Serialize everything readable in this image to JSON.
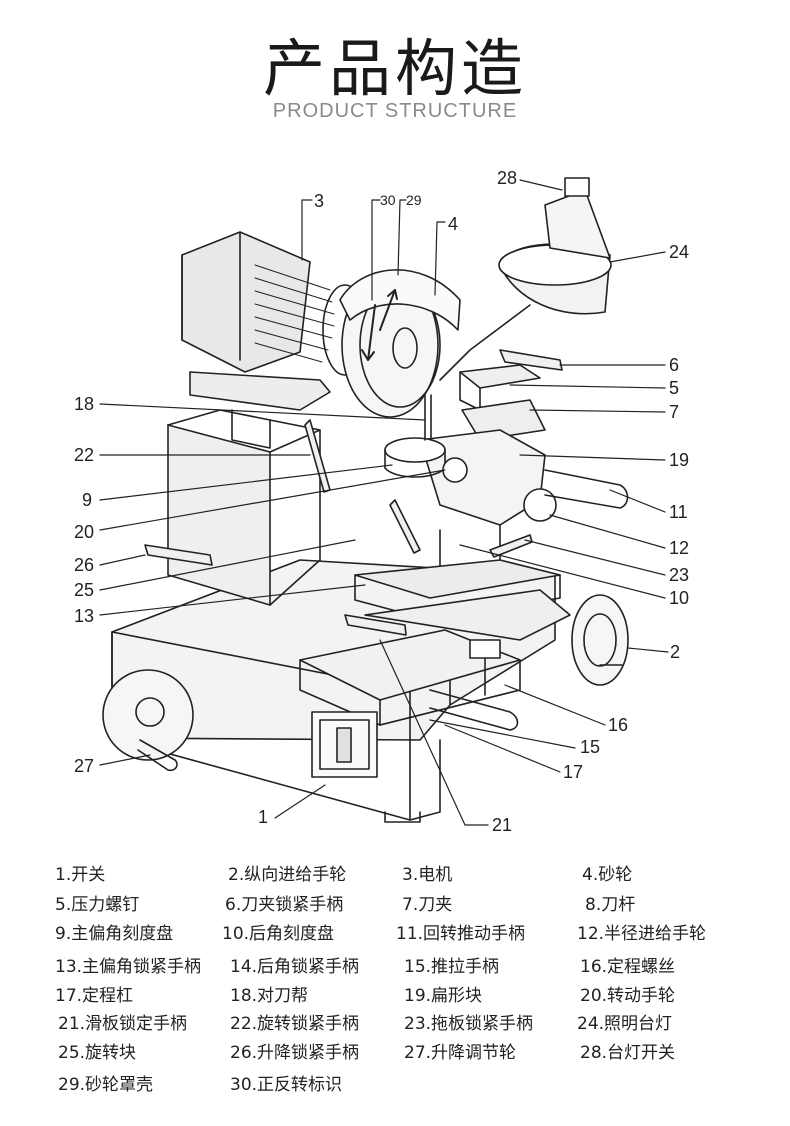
{
  "header": {
    "title": "产品构造",
    "subtitle": "PRODUCT STRUCTURE"
  },
  "callouts": [
    "1",
    "2",
    "3",
    "4",
    "5",
    "6",
    "7",
    "9",
    "10",
    "11",
    "12",
    "13",
    "15",
    "16",
    "17",
    "18",
    "19",
    "20",
    "21",
    "22",
    "23",
    "24",
    "25",
    "26",
    "27",
    "28",
    "29",
    "30"
  ],
  "legend": [
    "1.开关",
    "2.纵向进给手轮",
    "3.电机",
    "4.砂轮",
    "5.压力螺钉",
    "6.刀夹锁紧手柄",
    "7.刀夹",
    "8.刀杆",
    "9.主偏角刻度盘",
    "10.后角刻度盘",
    "11.回转推动手柄",
    "12.半径进给手轮",
    "13.主偏角锁紧手柄",
    "14.后角锁紧手柄",
    "15.推拉手柄",
    "16.定程螺丝",
    "17.定程杠",
    "18.对刀帮",
    "19.扁形块",
    "20.转动手轮",
    "21.滑板锁定手柄",
    "22.旋转锁紧手柄",
    "23.拖板锁紧手柄",
    "24.照明台灯",
    "25.旋转块",
    "26.升降锁紧手柄",
    "27.升降调节轮",
    "28.台灯开关",
    "29.砂轮罩壳",
    "30.正反转标识"
  ]
}
